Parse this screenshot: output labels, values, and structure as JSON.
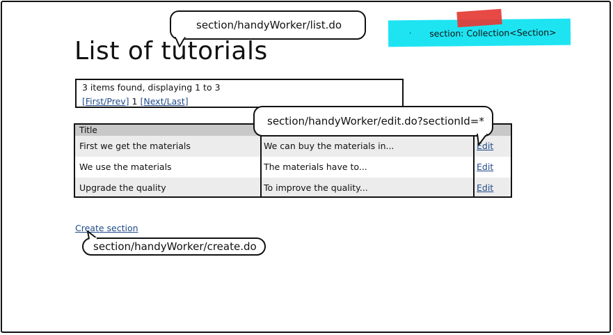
{
  "page": {
    "title": "List of tutorials"
  },
  "pager": {
    "found_text": "3 items found, displaying 1 to 3",
    "first_prev": "[First/Prev]",
    "current_page": "1",
    "next_last": "[Next/Last]"
  },
  "table": {
    "header": {
      "title": "Title"
    },
    "rows": [
      {
        "title": "First we get the materials",
        "text": "We can buy the materials in...",
        "action": "Edit"
      },
      {
        "title": "We use the materials",
        "text": "The materials have to...",
        "action": "Edit"
      },
      {
        "title": "Upgrade the quality",
        "text": "To improve the quality...",
        "action": "Edit"
      }
    ]
  },
  "actions": {
    "create_section": "Create section"
  },
  "annotations": {
    "list_url": "section/handyWorker/list.do",
    "edit_url": "section/handyWorker/edit.do?sectionId=*",
    "create_url": "section/handyWorker/create.do",
    "model_note_bullet": "·",
    "model_note": "section: Collection<Section>"
  },
  "colors": {
    "link": "#1f4a8a",
    "note_highlight": "#1ee4f2",
    "tape": "#e53935",
    "header_bg": "#c8c8c8",
    "row_alt_bg": "#ececec"
  }
}
